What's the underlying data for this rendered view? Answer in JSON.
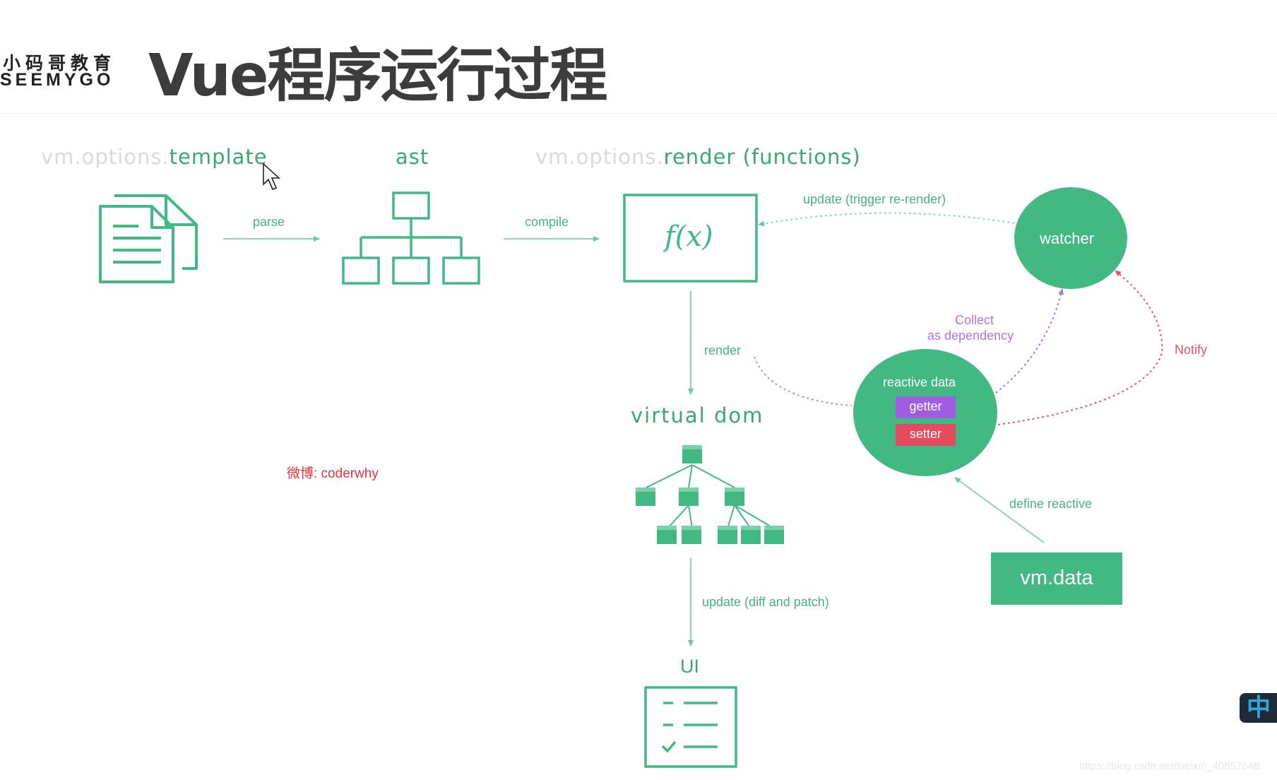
{
  "header": {
    "logo_cn": "小码哥教育",
    "logo_en": "SEEMYGO",
    "title": "Vue程序运行过程"
  },
  "diagram": {
    "template_prefix": "vm.options.",
    "template_label": "template",
    "ast_label": "ast",
    "render_prefix": "vm.options.",
    "render_label": "render (functions)",
    "fx_label": "f(x)",
    "parse": "parse",
    "compile": "compile",
    "update_trigger": "update (trigger re-render)",
    "watcher": "watcher",
    "collect_line1": "Collect",
    "collect_line2": "as dependency",
    "notify": "Notify",
    "render": "render",
    "reactive_data": "reactive data",
    "getter": "getter",
    "setter": "setter",
    "define_reactive": "define reactive",
    "vm_data": "vm.data",
    "virtual_dom": "virtual dom",
    "update_diff": "update (diff and patch)",
    "ui": "UI"
  },
  "weibo": "微博: coderwhy",
  "lang_indicator": "中",
  "watermark": "https://blog.csdn.net/weixin_40857648",
  "colors": {
    "primary_green": "#42b883",
    "purple": "#a05de0",
    "red": "#e54b5e",
    "title_gray": "#3c3c3c"
  }
}
